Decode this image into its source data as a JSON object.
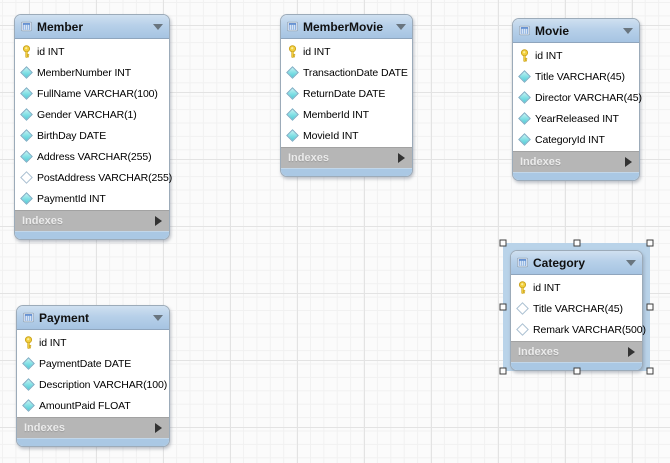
{
  "diagram": {
    "background": "#fbfbfb",
    "grid_minor_color": "#f1f1f1",
    "grid_major_color": "#e3e3e3",
    "table_header_color": "#aac8e6",
    "indexes_footer_color": "#b6b6b6",
    "selection_color": "#b9d3e9",
    "selected_table": "Category"
  },
  "icons": {
    "table_icon": "mini-table-grid",
    "collapse_icon": "triangle-down",
    "expand_icon": "triangle-right",
    "primary_key_icon": "yellow-key",
    "not_null_column_icon": "filled-cyan-diamond",
    "nullable_column_icon": "open-diamond"
  },
  "tables": {
    "member": {
      "title": "Member",
      "footer_label": "Indexes",
      "columns": [
        {
          "text": "id INT",
          "icon": "primary-key"
        },
        {
          "text": "MemberNumber INT",
          "icon": "not-null"
        },
        {
          "text": "FullName VARCHAR(100)",
          "icon": "not-null"
        },
        {
          "text": "Gender VARCHAR(1)",
          "icon": "not-null"
        },
        {
          "text": "BirthDay DATE",
          "icon": "not-null"
        },
        {
          "text": "Address VARCHAR(255)",
          "icon": "not-null"
        },
        {
          "text": "PostAddress VARCHAR(255)",
          "icon": "nullable"
        },
        {
          "text": "PaymentId INT",
          "icon": "not-null"
        }
      ]
    },
    "membermovie": {
      "title": "MemberMovie",
      "footer_label": "Indexes",
      "columns": [
        {
          "text": "id INT",
          "icon": "primary-key"
        },
        {
          "text": "TransactionDate DATE",
          "icon": "not-null"
        },
        {
          "text": "ReturnDate DATE",
          "icon": "not-null"
        },
        {
          "text": "MemberId INT",
          "icon": "not-null"
        },
        {
          "text": "MovieId INT",
          "icon": "not-null"
        }
      ]
    },
    "movie": {
      "title": "Movie",
      "footer_label": "Indexes",
      "columns": [
        {
          "text": "id INT",
          "icon": "primary-key"
        },
        {
          "text": "Title VARCHAR(45)",
          "icon": "not-null"
        },
        {
          "text": "Director VARCHAR(45)",
          "icon": "not-null"
        },
        {
          "text": "YearReleased INT",
          "icon": "not-null"
        },
        {
          "text": "CategoryId INT",
          "icon": "not-null"
        }
      ]
    },
    "category": {
      "title": "Category",
      "footer_label": "Indexes",
      "columns": [
        {
          "text": "id INT",
          "icon": "primary-key"
        },
        {
          "text": "Title VARCHAR(45)",
          "icon": "nullable"
        },
        {
          "text": "Remark VARCHAR(500)",
          "icon": "nullable"
        }
      ]
    },
    "payment": {
      "title": "Payment",
      "footer_label": "Indexes",
      "columns": [
        {
          "text": "id INT",
          "icon": "primary-key"
        },
        {
          "text": "PaymentDate DATE",
          "icon": "not-null"
        },
        {
          "text": "Description VARCHAR(100)",
          "icon": "not-null"
        },
        {
          "text": "AmountPaid FLOAT",
          "icon": "not-null"
        }
      ]
    }
  }
}
